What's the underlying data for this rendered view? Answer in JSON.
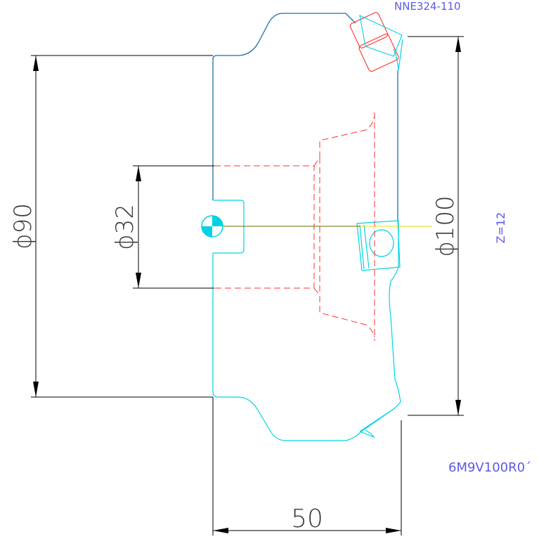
{
  "dimensions": {
    "outer_diameter": "ϕ90",
    "bore_diameter": "ϕ32",
    "cutting_diameter": "ϕ100",
    "width": "50"
  },
  "annotations": {
    "insert_code": "NNE324-110",
    "teeth": "Z=12",
    "part_code": "6M9V100R0´"
  },
  "colors": {
    "body_outline": "#1f6fa0",
    "cyan_outline": "#00d2e6",
    "hidden_lines": "#ff3030",
    "dimension_lines": "#000000",
    "note_text": "#5a5ae6",
    "center_line": "#d8d800"
  }
}
